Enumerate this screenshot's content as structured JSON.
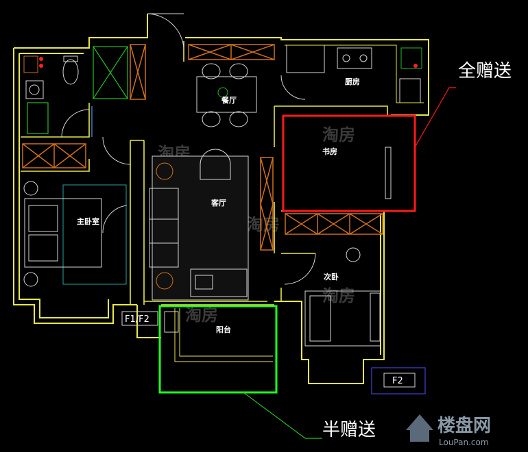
{
  "rooms": {
    "dining": "餐厅",
    "kitchen": "厨房",
    "study": "书房",
    "living": "客厅",
    "master_bedroom": "主卧室",
    "second_bedroom": "次卧",
    "balcony": "阳台"
  },
  "annotations": {
    "full_gift": "全赠送",
    "half_gift": "半赠送"
  },
  "floor_tags": {
    "f1f2": "F1/F2",
    "f2": "F2"
  },
  "watermarks": {
    "taofang": "淘房"
  },
  "logo": {
    "name": "楼盘网",
    "url": "LouPan.com"
  },
  "colors": {
    "background": "#000000",
    "wall": "#e8e84a",
    "furniture": "#d8d8d8",
    "cabinet": "#d0701a",
    "green_line": "#22c022",
    "full_gift_box": "#ff1a1a",
    "half_gift_box": "#22ff22",
    "text": "#ffffff"
  }
}
